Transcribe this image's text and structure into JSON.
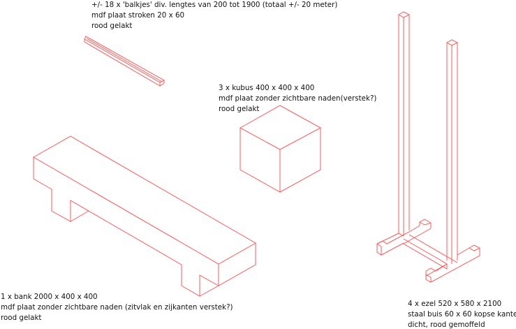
{
  "notes": {
    "balkjes": [
      "+/- 18 x 'balkjes' div. lengtes van 200 tot 1900 (totaal +/- 20 meter)",
      "mdf plaat stroken 20 x 60",
      "rood gelakt"
    ],
    "kubus": [
      "3 x kubus 400 x 400 x 400",
      "mdf plaat zonder zichtbare naden(verstek?)",
      "rood gelakt"
    ],
    "bank": [
      "1 x bank 2000 x 400 x 400",
      "mdf plaat zonder zichtbare naden (zitvlak en zijkanten verstek?)",
      "rood gelakt"
    ],
    "ezel": [
      "4 x ezel  520 x 580 x 2100",
      "staal buis 60 x 60 kopse kanten",
      "dicht, rood gemoffeld"
    ]
  },
  "line_color": "#ff5a5a"
}
